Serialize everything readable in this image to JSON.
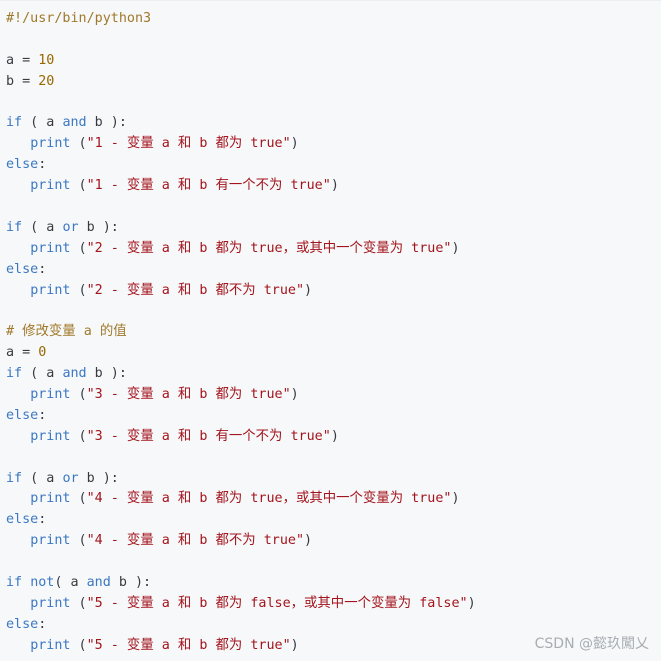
{
  "code": {
    "lines": [
      [
        {
          "t": "#!/usr/bin/python3",
          "c": "cmt"
        }
      ],
      [],
      [
        {
          "t": "a = ",
          "c": "plain"
        },
        {
          "t": "10",
          "c": "num"
        }
      ],
      [
        {
          "t": "b = ",
          "c": "plain"
        },
        {
          "t": "20",
          "c": "num"
        }
      ],
      [],
      [
        {
          "t": "if",
          "c": "kw"
        },
        {
          "t": " ( a ",
          "c": "plain"
        },
        {
          "t": "and",
          "c": "kw"
        },
        {
          "t": " b ):",
          "c": "plain"
        }
      ],
      [
        {
          "t": "   ",
          "c": "plain"
        },
        {
          "t": "print",
          "c": "fn"
        },
        {
          "t": " (",
          "c": "plain"
        },
        {
          "t": "\"1 - 变量 a 和 b 都为 true\"",
          "c": "str"
        },
        {
          "t": ")",
          "c": "plain"
        }
      ],
      [
        {
          "t": "else",
          "c": "kw"
        },
        {
          "t": ":",
          "c": "plain"
        }
      ],
      [
        {
          "t": "   ",
          "c": "plain"
        },
        {
          "t": "print",
          "c": "fn"
        },
        {
          "t": " (",
          "c": "plain"
        },
        {
          "t": "\"1 - 变量 a 和 b 有一个不为 true\"",
          "c": "str"
        },
        {
          "t": ")",
          "c": "plain"
        }
      ],
      [],
      [
        {
          "t": "if",
          "c": "kw"
        },
        {
          "t": " ( a ",
          "c": "plain"
        },
        {
          "t": "or",
          "c": "kw"
        },
        {
          "t": " b ):",
          "c": "plain"
        }
      ],
      [
        {
          "t": "   ",
          "c": "plain"
        },
        {
          "t": "print",
          "c": "fn"
        },
        {
          "t": " (",
          "c": "plain"
        },
        {
          "t": "\"2 - 变量 a 和 b 都为 true，或其中一个变量为 true\"",
          "c": "str"
        },
        {
          "t": ")",
          "c": "plain"
        }
      ],
      [
        {
          "t": "else",
          "c": "kw"
        },
        {
          "t": ":",
          "c": "plain"
        }
      ],
      [
        {
          "t": "   ",
          "c": "plain"
        },
        {
          "t": "print",
          "c": "fn"
        },
        {
          "t": " (",
          "c": "plain"
        },
        {
          "t": "\"2 - 变量 a 和 b 都不为 true\"",
          "c": "str"
        },
        {
          "t": ")",
          "c": "plain"
        }
      ],
      [],
      [
        {
          "t": "# 修改变量 a 的值",
          "c": "cmt"
        }
      ],
      [
        {
          "t": "a = ",
          "c": "plain"
        },
        {
          "t": "0",
          "c": "num"
        }
      ],
      [
        {
          "t": "if",
          "c": "kw"
        },
        {
          "t": " ( a ",
          "c": "plain"
        },
        {
          "t": "and",
          "c": "kw"
        },
        {
          "t": " b ):",
          "c": "plain"
        }
      ],
      [
        {
          "t": "   ",
          "c": "plain"
        },
        {
          "t": "print",
          "c": "fn"
        },
        {
          "t": " (",
          "c": "plain"
        },
        {
          "t": "\"3 - 变量 a 和 b 都为 true\"",
          "c": "str"
        },
        {
          "t": ")",
          "c": "plain"
        }
      ],
      [
        {
          "t": "else",
          "c": "kw"
        },
        {
          "t": ":",
          "c": "plain"
        }
      ],
      [
        {
          "t": "   ",
          "c": "plain"
        },
        {
          "t": "print",
          "c": "fn"
        },
        {
          "t": " (",
          "c": "plain"
        },
        {
          "t": "\"3 - 变量 a 和 b 有一个不为 true\"",
          "c": "str"
        },
        {
          "t": ")",
          "c": "plain"
        }
      ],
      [],
      [
        {
          "t": "if",
          "c": "kw"
        },
        {
          "t": " ( a ",
          "c": "plain"
        },
        {
          "t": "or",
          "c": "kw"
        },
        {
          "t": " b ):",
          "c": "plain"
        }
      ],
      [
        {
          "t": "   ",
          "c": "plain"
        },
        {
          "t": "print",
          "c": "fn"
        },
        {
          "t": " (",
          "c": "plain"
        },
        {
          "t": "\"4 - 变量 a 和 b 都为 true，或其中一个变量为 true\"",
          "c": "str"
        },
        {
          "t": ")",
          "c": "plain"
        }
      ],
      [
        {
          "t": "else",
          "c": "kw"
        },
        {
          "t": ":",
          "c": "plain"
        }
      ],
      [
        {
          "t": "   ",
          "c": "plain"
        },
        {
          "t": "print",
          "c": "fn"
        },
        {
          "t": " (",
          "c": "plain"
        },
        {
          "t": "\"4 - 变量 a 和 b 都不为 true\"",
          "c": "str"
        },
        {
          "t": ")",
          "c": "plain"
        }
      ],
      [],
      [
        {
          "t": "if",
          "c": "kw"
        },
        {
          "t": " ",
          "c": "plain"
        },
        {
          "t": "not",
          "c": "kw"
        },
        {
          "t": "( a ",
          "c": "plain"
        },
        {
          "t": "and",
          "c": "kw"
        },
        {
          "t": " b ):",
          "c": "plain"
        }
      ],
      [
        {
          "t": "   ",
          "c": "plain"
        },
        {
          "t": "print",
          "c": "fn"
        },
        {
          "t": " (",
          "c": "plain"
        },
        {
          "t": "\"5 - 变量 a 和 b 都为 false，或其中一个变量为 false\"",
          "c": "str"
        },
        {
          "t": ")",
          "c": "plain"
        }
      ],
      [
        {
          "t": "else",
          "c": "kw"
        },
        {
          "t": ":",
          "c": "plain"
        }
      ],
      [
        {
          "t": "   ",
          "c": "plain"
        },
        {
          "t": "print",
          "c": "fn"
        },
        {
          "t": " (",
          "c": "plain"
        },
        {
          "t": "\"5 - 变量 a 和 b 都为 true\"",
          "c": "str"
        },
        {
          "t": ")",
          "c": "plain"
        }
      ]
    ]
  },
  "watermark": "CSDN @懿玖闖乂",
  "colors": {
    "keyword": "#3b78c4",
    "string": "#a3151d",
    "number": "#986801",
    "comment": "#a0792a",
    "background": "#f7f8f9"
  }
}
